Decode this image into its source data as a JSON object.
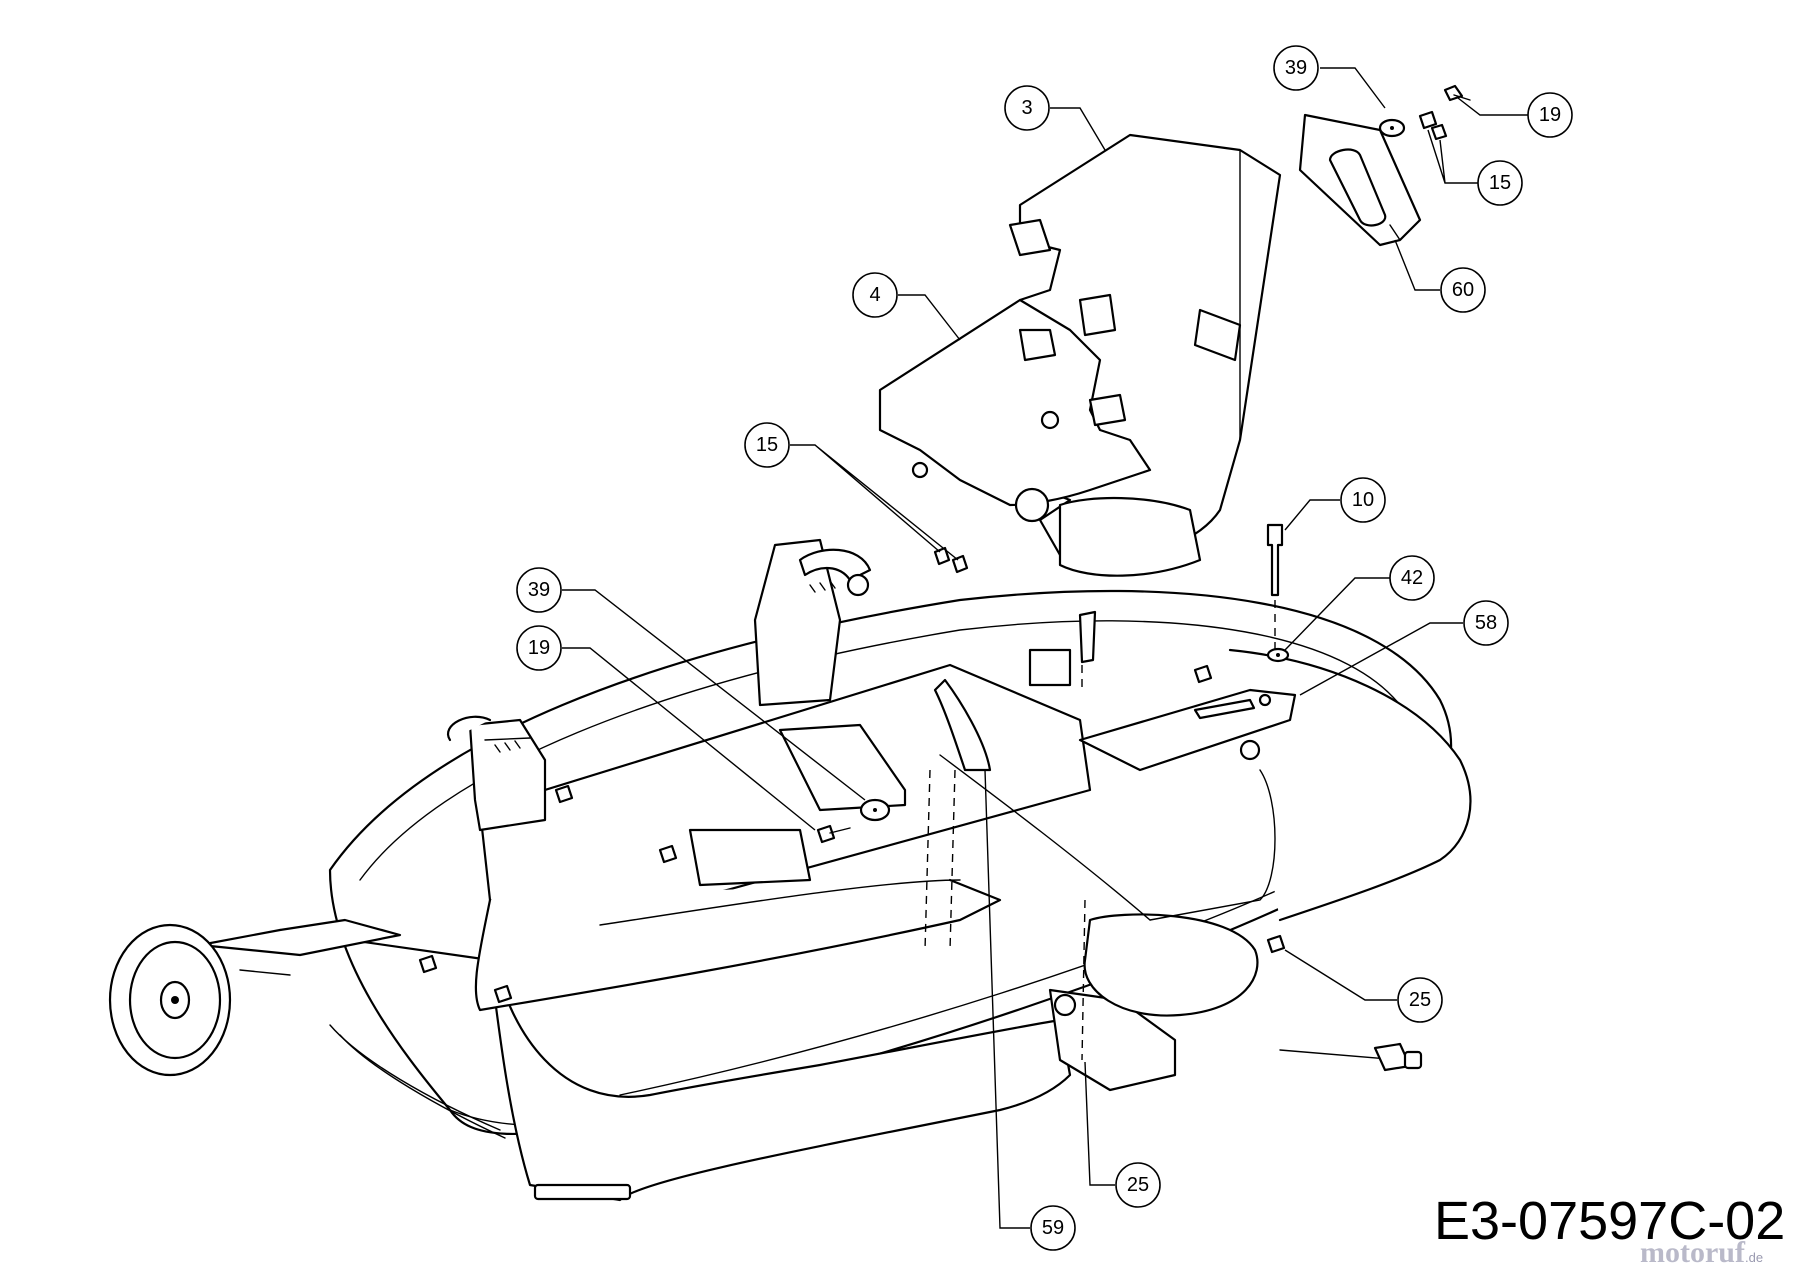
{
  "diagram": {
    "drawing_code": "E3-07597C-02",
    "watermark": {
      "brand": "motoruf",
      "suffix": ".de"
    },
    "callouts": [
      {
        "id": "c1",
        "number": "39"
      },
      {
        "id": "c2",
        "number": "19"
      },
      {
        "id": "c3",
        "number": "3"
      },
      {
        "id": "c4",
        "number": "15"
      },
      {
        "id": "c5",
        "number": "60"
      },
      {
        "id": "c6",
        "number": "4"
      },
      {
        "id": "c7",
        "number": "15"
      },
      {
        "id": "c8",
        "number": "10"
      },
      {
        "id": "c9",
        "number": "42"
      },
      {
        "id": "c10",
        "number": "58"
      },
      {
        "id": "c11",
        "number": "39"
      },
      {
        "id": "c12",
        "number": "19"
      },
      {
        "id": "c13",
        "number": "25"
      },
      {
        "id": "c14",
        "number": "25"
      },
      {
        "id": "c15",
        "number": "59"
      }
    ]
  }
}
